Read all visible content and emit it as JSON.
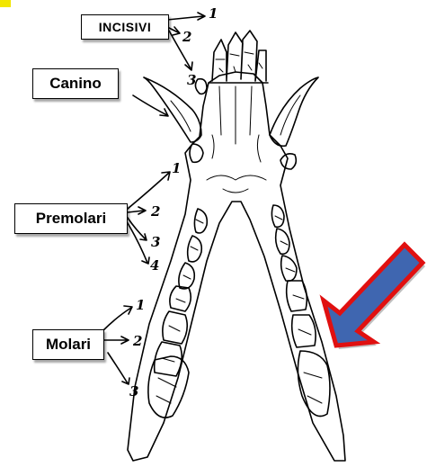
{
  "labels": {
    "incisivi": "Incisivi",
    "canino": "Canino",
    "premolari": "Premolari",
    "molari": "Molari"
  },
  "numbers": {
    "incisivi": [
      "1",
      "2",
      "3"
    ],
    "premolari": [
      "1",
      "2",
      "3",
      "4"
    ],
    "molari": [
      "1",
      "2",
      "3"
    ]
  },
  "colors": {
    "arrow_fill": "#3f66b0",
    "arrow_border": "#e01010",
    "line": "#000000",
    "corner_mark": "#f2e600"
  }
}
